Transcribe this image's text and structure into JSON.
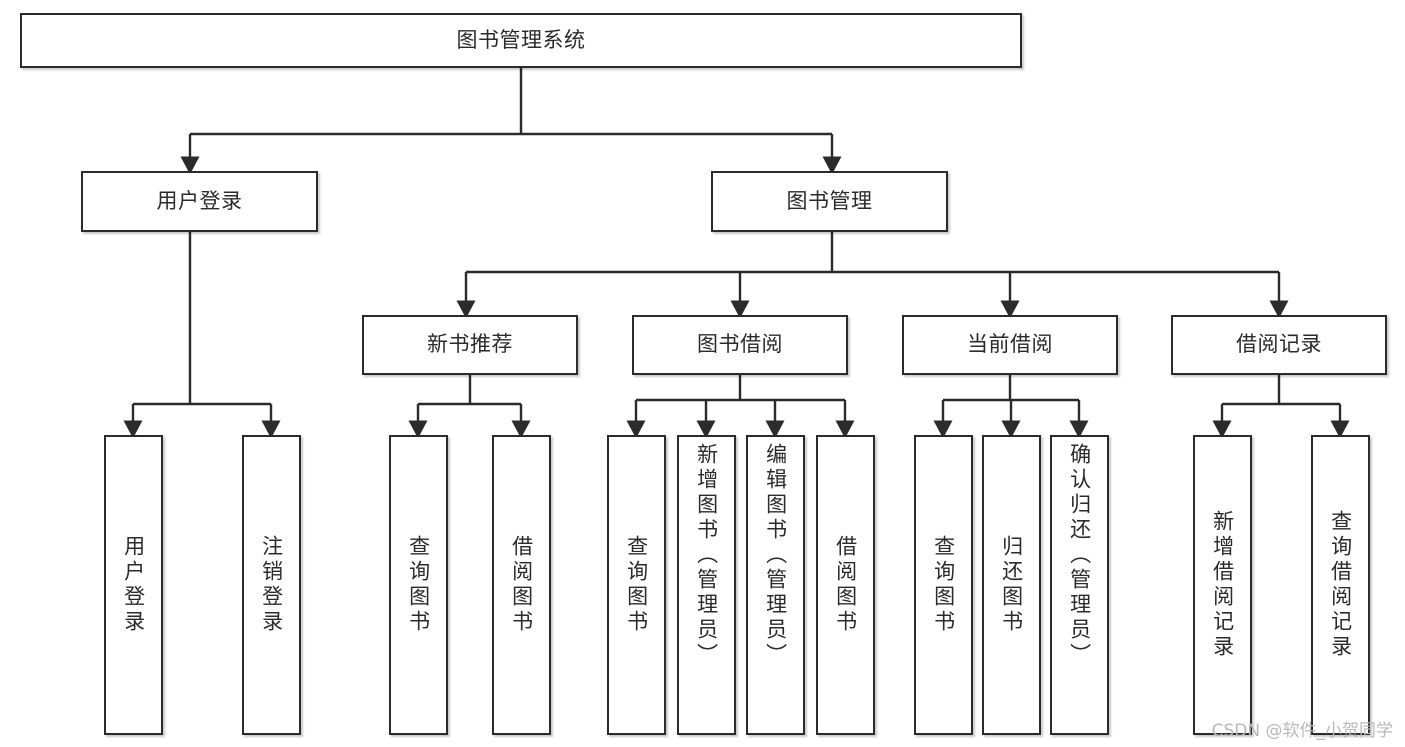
{
  "diagram": {
    "title": "图书管理系统",
    "type": "tree-hierarchy",
    "watermark": "CSDN @软件_小贺同学",
    "colors": {
      "border": "#2b2b2b",
      "fill": "#ffffff",
      "text": "#2b2b2b",
      "edge": "#2b2b2b",
      "watermark": "#b9b9b9"
    },
    "root": {
      "label": "图书管理系统"
    },
    "level1": [
      {
        "label": "用户登录"
      },
      {
        "label": "图书管理"
      }
    ],
    "level2": [
      {
        "label": "新书推荐"
      },
      {
        "label": "图书借阅"
      },
      {
        "label": "当前借阅"
      },
      {
        "label": "借阅记录"
      }
    ],
    "leaves": {
      "user_login": [
        {
          "label": "用户登录"
        },
        {
          "label": "注销登录"
        }
      ],
      "new_book_recommend": [
        {
          "label": "查询图书"
        },
        {
          "label": "借阅图书"
        }
      ],
      "book_borrow": [
        {
          "label": "查询图书"
        },
        {
          "label": "新增图书（管理员）"
        },
        {
          "label": "编辑图书（管理员）"
        },
        {
          "label": "借阅图书"
        }
      ],
      "current_borrow": [
        {
          "label": "查询图书"
        },
        {
          "label": "归还图书"
        },
        {
          "label": "确认归还（管理员）"
        }
      ],
      "borrow_record": [
        {
          "label": "新增借阅记录"
        },
        {
          "label": "查询借阅记录"
        }
      ]
    }
  }
}
